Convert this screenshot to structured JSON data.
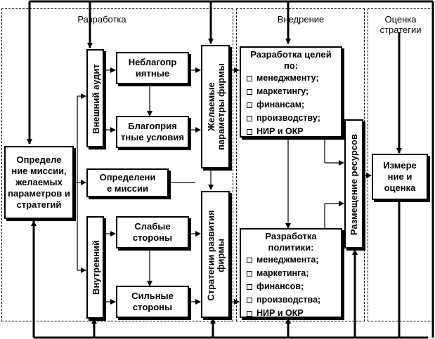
{
  "regions": {
    "development": "Разработка",
    "implementation": "Внедрение",
    "evaluation": "Оценка\nстратегии"
  },
  "boxes": {
    "mission_definition": "Определе\nние миссии,\nжелаемых\nпараметров и\nстратегий",
    "external_audit": "Внешний аудит",
    "internal": "Внутренний",
    "unfavorable": "Неблагопр\nиятные",
    "favorable": "Благоприя\nтные условия",
    "mission": "Определени\nе миссии",
    "weak": "Слабые\nстороны",
    "strong": "Сильные\nстороны",
    "desired_params": "Желаемые\nпараметры фирмы",
    "dev_strategies": "Стратегии развития\nфирмы",
    "goals_title": "Разработка целей\nпо:",
    "goals_items": [
      "менеджменту;",
      "маркетингу;",
      "финансам;",
      "производству;",
      "НИР и ОКР"
    ],
    "policy_title": "Разработка\nполитики:",
    "policy_items": [
      "менеджмента;",
      "маркетинга;",
      "финансов;",
      "производства;",
      "НИР и ОКР"
    ],
    "resource_allocation": "Размещение ресурсов",
    "measurement": "Измере\nние и\nоценка"
  }
}
